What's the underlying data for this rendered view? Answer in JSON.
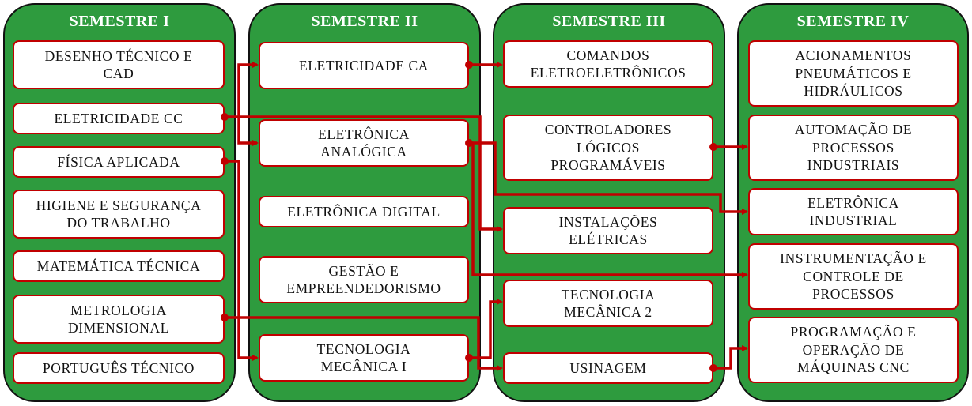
{
  "semesters": [
    {
      "title": "SEMESTRE I",
      "courses": [
        "DESENHO TÉCNICO E\nCAD",
        "ELETRICIDADE  CC",
        "FÍSICA APLICADA",
        "HIGIENE E SEGURANÇA\nDO TRABALHO",
        "MATEMÁTICA TÉCNICA",
        "METROLOGIA\nDIMENSIONAL",
        "PORTUGUÊS TÉCNICO"
      ]
    },
    {
      "title": "SEMESTRE II",
      "courses": [
        "ELETRICIDADE  CA",
        "ELETRÔNICA\nANALÓGICA",
        "ELETRÔNICA  DIGITAL",
        "GESTÃO E\nEMPREENDEDORISMO",
        "TECNOLOGIA\nMECÂNICA I"
      ]
    },
    {
      "title": "SEMESTRE III",
      "courses": [
        "COMANDOS\nELETROELETRÔNICOS",
        "CONTROLADORES\nLÓGICOS\nPROGRAMÁVEIS",
        "INSTALAÇÕES\nELÉTRICAS",
        "TECNOLOGIA\nMECÂNICA 2",
        "USINAGEM"
      ]
    },
    {
      "title": "SEMESTRE IV",
      "courses": [
        "ACIONAMENTOS\nPNEUMÁTICOS E\nHIDRÁULICOS",
        "AUTOMAÇÃO DE\nPROCESSOS\nINDUSTRIAIS",
        "ELETRÔNICA\nINDUSTRIAL",
        "INSTRUMENTAÇÃO E\nCONTROLE DE\nPROCESSOS",
        "PROGRAMAÇÃO E\nOPERAÇÃO DE\nMÁQUINAS CNC"
      ]
    }
  ],
  "colors": {
    "column_fill": "#2e9b3e",
    "box_border": "#c00000",
    "arrow": "#c00000",
    "title_text": "#ffffff"
  }
}
